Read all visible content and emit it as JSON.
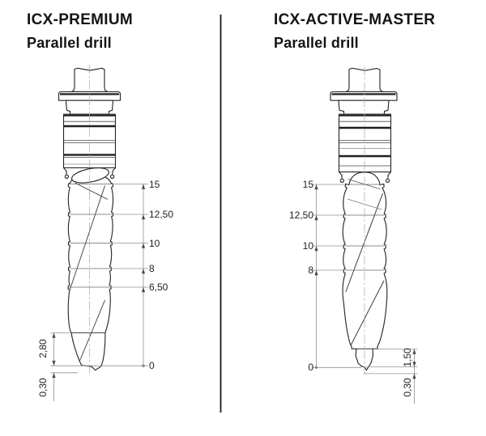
{
  "left_drill": {
    "title": "ICX-PREMIUM",
    "subtitle": "Parallel drill",
    "axis_labels": [
      "15",
      "12,50",
      "10",
      "8",
      "6,50",
      "0"
    ],
    "side_labels": [
      "2,80",
      "0,30"
    ]
  },
  "right_drill": {
    "title": "ICX-ACTIVE-MASTER",
    "subtitle": "Parallel drill",
    "axis_labels": [
      "15",
      "12,50",
      "10",
      "8",
      "0"
    ],
    "side_labels": [
      "1,50",
      "0,30"
    ]
  },
  "colors": {
    "background": "#ffffff",
    "text": "#141414",
    "outline": "#2a2a2a",
    "dimension_line": "#909090",
    "divider": "#1a1a1a"
  }
}
